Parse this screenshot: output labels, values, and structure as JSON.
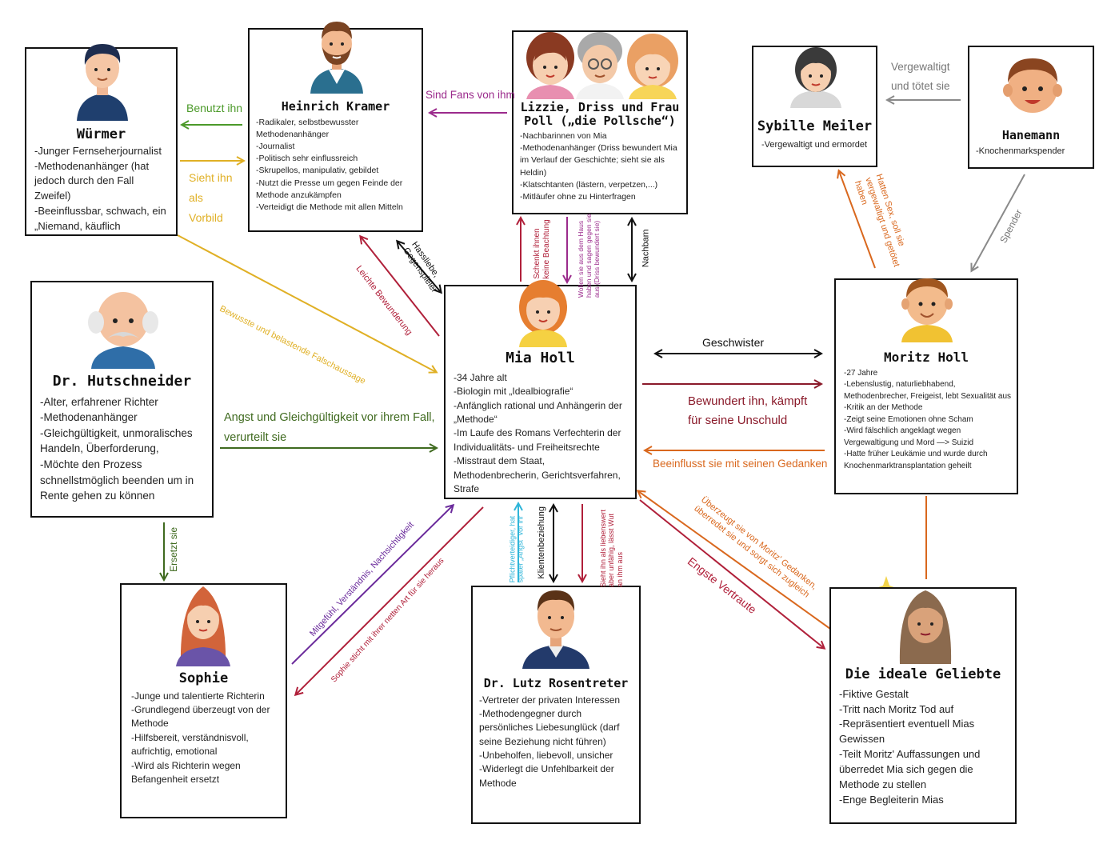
{
  "colors": {
    "green": "#4c9a2a",
    "yellow": "#e0b025",
    "purple": "#9b2b8c",
    "red": "#b0203a",
    "black": "#111111",
    "gray": "#8a8a8a",
    "orange": "#d9681e",
    "darkgreen": "#3f6a1f",
    "violet": "#6a2a9b",
    "cyan": "#2fb5d9",
    "darkred": "#8a1a2a"
  },
  "characters": {
    "wuermer": {
      "name": "Würmer",
      "lines": [
        "-Junger Fernseherjournalist",
        "-Methodenanhänger (hat jedoch durch den Fall Zweifel)",
        "-Beeinflussbar, schwach, ein „Niemand, käuflich"
      ]
    },
    "kramer": {
      "name": "Heinrich Kramer",
      "lines": [
        "-Radikaler, selbstbewusster Methodenanhänger",
        "-Journalist",
        "-Politisch sehr einflussreich",
        "-Skrupellos, manipulativ, gebildet",
        "-Nutzt die Presse um gegen Feinde der Methode anzukämpfen",
        "-Verteidigt die Methode mit allen Mitteln"
      ]
    },
    "pollsche": {
      "name": "Lizzie, Driss und Frau Poll („die Pollsche“)",
      "lines": [
        "-Nachbarinnen von Mia",
        "-Methodenanhänger (Driss bewundert Mia im Verlauf der Geschichte; sieht sie als Heldin)",
        "-Klatschtanten (lästern, verpetzen,...)",
        "-Mitläufer ohne zu Hinterfragen"
      ]
    },
    "sybille": {
      "name": "Sybille Meiler",
      "lines": [
        "-Vergewaltigt und ermordet"
      ]
    },
    "hanemann": {
      "name": "Hanemann",
      "lines": [
        "-Knochenmarkspender"
      ]
    },
    "hutschneider": {
      "name": "Dr. Hutschneider",
      "lines": [
        "-Alter, erfahrener Richter",
        "-Methodenanhänger",
        "-Gleichgültigkeit, unmoralisches Handeln, Überforderung,",
        "-Möchte den Prozess schnellstmöglich beenden um in Rente gehen zu können"
      ]
    },
    "mia": {
      "name": "Mia Holl",
      "lines": [
        "-34 Jahre alt",
        "-Biologin mit „Idealbiografie“",
        "-Anfänglich rational und Anhängerin der „Methode“",
        "-Im Laufe des Romans Verfechterin der Individualitäts- und Freiheitsrechte",
        "-Misstraut dem Staat, Methodenbrecherin, Gerichtsverfahren, Strafe"
      ]
    },
    "moritz": {
      "name": "Moritz Holl",
      "lines": [
        "-27 Jahre",
        "-Lebenslustig, naturliebhabend, Methodenbrecher, Freigeist, lebt Sexualität aus",
        "-Kritik an der Methode",
        "-Zeigt seine Emotionen ohne Scham",
        "-Wird fälschlich angeklagt wegen Vergewaltigung und Mord —> Suizid",
        "-Hatte früher Leukämie und wurde durch Knochenmarktransplantation geheilt"
      ]
    },
    "sophie": {
      "name": "Sophie",
      "lines": [
        "-Junge und talentierte Richterin",
        "-Grundlegend überzeugt von der Methode",
        "-Hilfsbereit, verständnisvoll, aufrichtig, emotional",
        "-Wird als Richterin wegen Befangenheit ersetzt"
      ]
    },
    "rosentreter": {
      "name": "Dr. Lutz Rosentreter",
      "lines": [
        "-Vertreter der privaten Interessen",
        "-Methodengegner durch persönliches Liebesunglück (darf seine Beziehung nicht führen)",
        "-Unbeholfen, liebevoll, unsicher",
        "-Widerlegt die Unfehlbarkeit der Methode"
      ]
    },
    "geliebte": {
      "name": "Die ideale Geliebte",
      "lines": [
        "-Fiktive Gestalt",
        "-Tritt nach Moritz Tod auf",
        "-Repräsentiert eventuell Mias Gewissen",
        "-Teilt Moritz' Auffassungen und überredet Mia sich gegen die Methode zu stellen",
        "-Enge Begleiterin Mias"
      ]
    }
  },
  "relations": {
    "benutzt": "Benutzt ihn",
    "vorbild": [
      "Sieht ihn",
      "als",
      "Vorbild"
    ],
    "fans": "Sind Fans von ihm",
    "vergewaltigt": [
      "Vergewaltigt",
      "und tötet sie"
    ],
    "falschaussage": "Bewusste und belastende Falschaussage",
    "bewunderung": "Leichte Bewunderung",
    "gegenspieler": [
      "Hassliebe,",
      "Gegenspieler"
    ],
    "schenkt": [
      "Schenkt ihnen",
      "keine Beachtung"
    ],
    "wollen": [
      "Wollen sie aus dem Haus",
      "haben und sagen gegen sie",
      "aus (Driss bewundert sie)"
    ],
    "nachbarn": "Nachbarn",
    "sex": [
      "Hatten Sex, soll sie",
      "vergewaltigt und getötet",
      "haben"
    ],
    "spender": "Spender",
    "geschwister": "Geschwister",
    "bewundert": [
      "Bewundert ihn, kämpft",
      "für seine Unschuld"
    ],
    "beeinflusst": "Beeinflusst sie mit seinen Gedanken",
    "angst": [
      "Angst und Gleichgültigkeit vor ihrem Fall,",
      "verurteilt sie"
    ],
    "ersetzt": "Ersetzt sie",
    "mitgefuehl": "Mitgefühl, Verständnis, Nachsichtigkeit",
    "sophie_sticht": "Sophie sticht mit ihrer netten Art für sie heraus",
    "pflicht": [
      "Pflichtverteidiger, hat",
      "später „Angst“ vor ihr"
    ],
    "klienten": "Klientenbeziehung",
    "liebeswert": [
      "Sieht ihn als liebenswert",
      "aber unfähig, lässt Wut",
      "an ihm aus"
    ],
    "ueberzeugt": [
      "Überzeugt sie von Moritz' Gedanken,",
      "überredet sie und sorgt sich zugleich"
    ],
    "vertraute": "Engste Vertraute"
  }
}
